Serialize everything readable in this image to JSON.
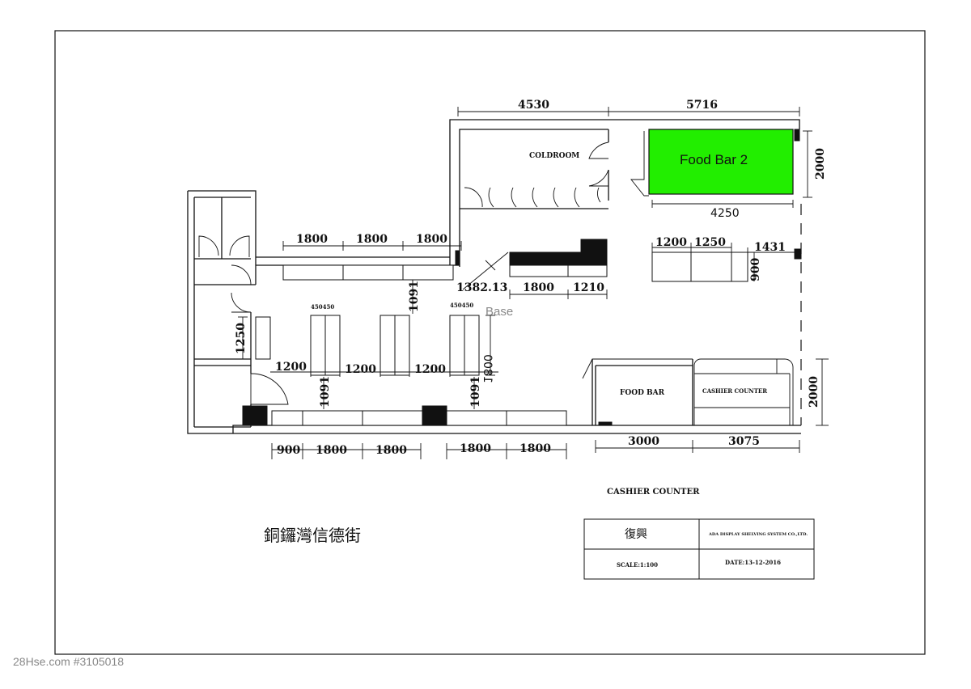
{
  "plan": {
    "coldroom_label": "COLDROOM",
    "food_bar_2_label": "Food Bar 2",
    "food_bar_label": "FOOD BAR",
    "cashier_counter_label": "CASHIER COUNTER",
    "cashier_counter_caption": "CASHIER COUNTER",
    "location_title": "銅鑼灣信德街",
    "watermark_center": "Base",
    "watermark_bottom": "28Hse.com #3105018",
    "highlight_color": "#22ee00"
  },
  "dims": {
    "top_left_4530": "4530",
    "top_right_5716": "5716",
    "fb2_depth_2000": "2000",
    "fb2_width_4250": "4250",
    "shelf_1800_a": "1800",
    "shelf_1800_b": "1800",
    "shelf_1800_c": "1800",
    "gap_1091_upper": "1091",
    "diag_1382": "1382.13",
    "shelf_mid_1800": "1800",
    "shelf_mid_1210": "1210",
    "right_1200": "1200",
    "right_1250": "1250",
    "right_1431": "1431",
    "right_900": "900",
    "pair_450450_a": "450450",
    "pair_450450_b": "450450",
    "side_1250": "1250",
    "gap_1200_a": "1200",
    "gap_1200_b": "1200",
    "gap_1200_c": "1200",
    "unit_1800_vert": "1800",
    "gap_1091_lower_a": "1091",
    "gap_1091_lower_b": "1091",
    "bottom_900": "900",
    "bottom_1800_a": "1800",
    "bottom_1800_b": "1800",
    "bottom_1800_c": "1800",
    "bottom_1800_d": "1800",
    "bottom_3000": "3000",
    "bottom_3075": "3075",
    "right_2000_lower": "2000"
  },
  "title_block": {
    "project": "復興",
    "company": "ADA DISPLAY SHELVING SYSTEM CO.,LTD.",
    "scale": "SCALE:1:100",
    "date": "DATE:13-12-2016"
  }
}
